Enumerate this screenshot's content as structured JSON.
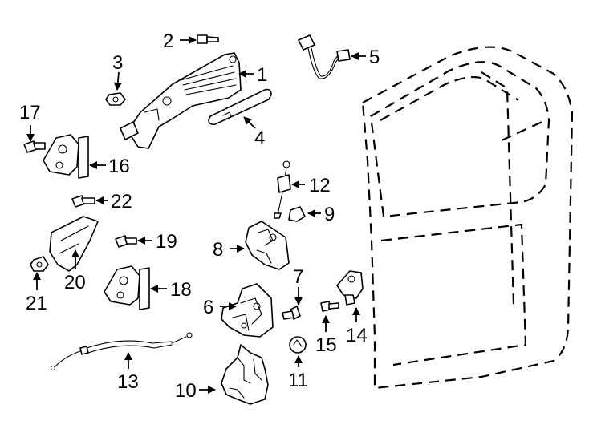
{
  "colors": {
    "line": "#000000",
    "background": "#ffffff"
  },
  "callouts": {
    "c1": "1",
    "c2": "2",
    "c3": "3",
    "c4": "4",
    "c5": "5",
    "c6": "6",
    "c7": "7",
    "c8": "8",
    "c9": "9",
    "c10": "10",
    "c11": "11",
    "c12": "12",
    "c13": "13",
    "c14": "14",
    "c15": "15",
    "c16": "16",
    "c17": "17",
    "c18": "18",
    "c19": "19",
    "c20": "20",
    "c21": "21",
    "c22": "22"
  }
}
